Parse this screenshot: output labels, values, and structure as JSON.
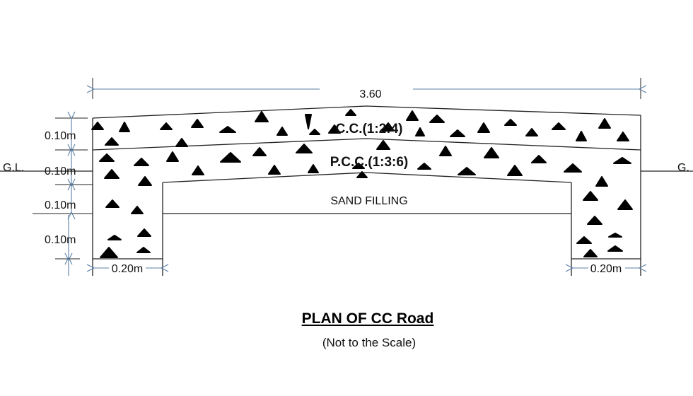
{
  "drawing": {
    "overall_width_label": "3.60",
    "layers": {
      "cc_label": "C.C.(1:2:4)",
      "pcc_label": "P.C.C.(1:3:6)",
      "sand_label": "SAND FILLING"
    },
    "vertical_dims": [
      "0.10m",
      "0.10m",
      "0.10m",
      "0.10m"
    ],
    "left_width_label": "0.20m",
    "right_width_label": "0.20m",
    "ground_level_left": "G.L.",
    "ground_level_right": "G.",
    "colors": {
      "dimension_line": "#5b7fa6",
      "outline": "#222222",
      "aggregate": "#000000"
    }
  },
  "caption": {
    "title": "PLAN OF CC Road",
    "subtitle": "(Not to the Scale)"
  }
}
